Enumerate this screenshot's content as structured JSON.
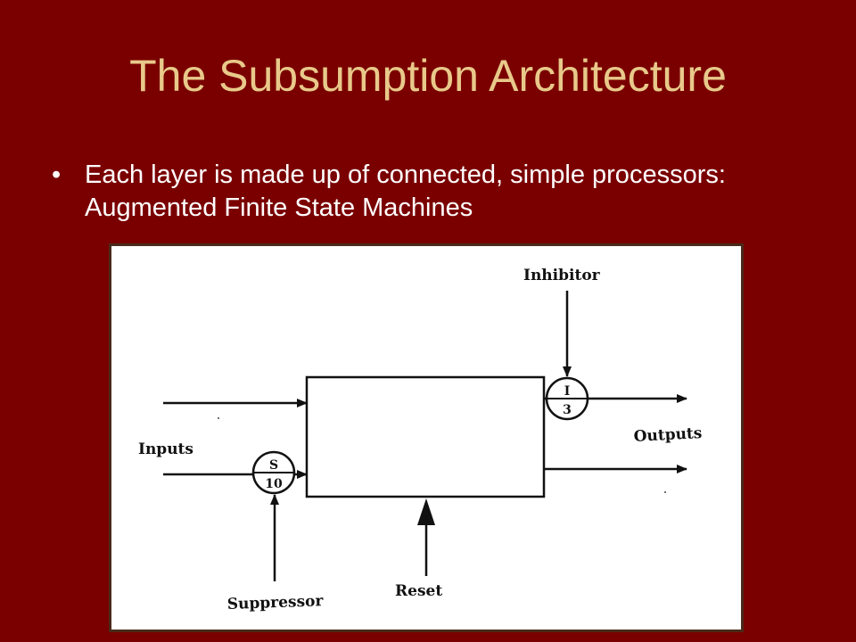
{
  "slide": {
    "title": "The Subsumption Architecture",
    "bullets": [
      {
        "marker": "•",
        "text": "Each layer is made up of connected, simple processors: Augmented Finite State Machines"
      }
    ]
  },
  "diagram": {
    "labels": {
      "inhibitor": "Inhibitor",
      "inputs": "Inputs",
      "outputs": "Outputs",
      "suppressor": "Suppressor",
      "reset": "Reset"
    },
    "suppressor_node": {
      "letter": "S",
      "number": "10"
    },
    "inhibitor_node": {
      "letter": "I",
      "number": "3"
    }
  },
  "colors": {
    "background": "#7a0000",
    "title": "#e8c98a",
    "body_text": "#ffffff"
  }
}
